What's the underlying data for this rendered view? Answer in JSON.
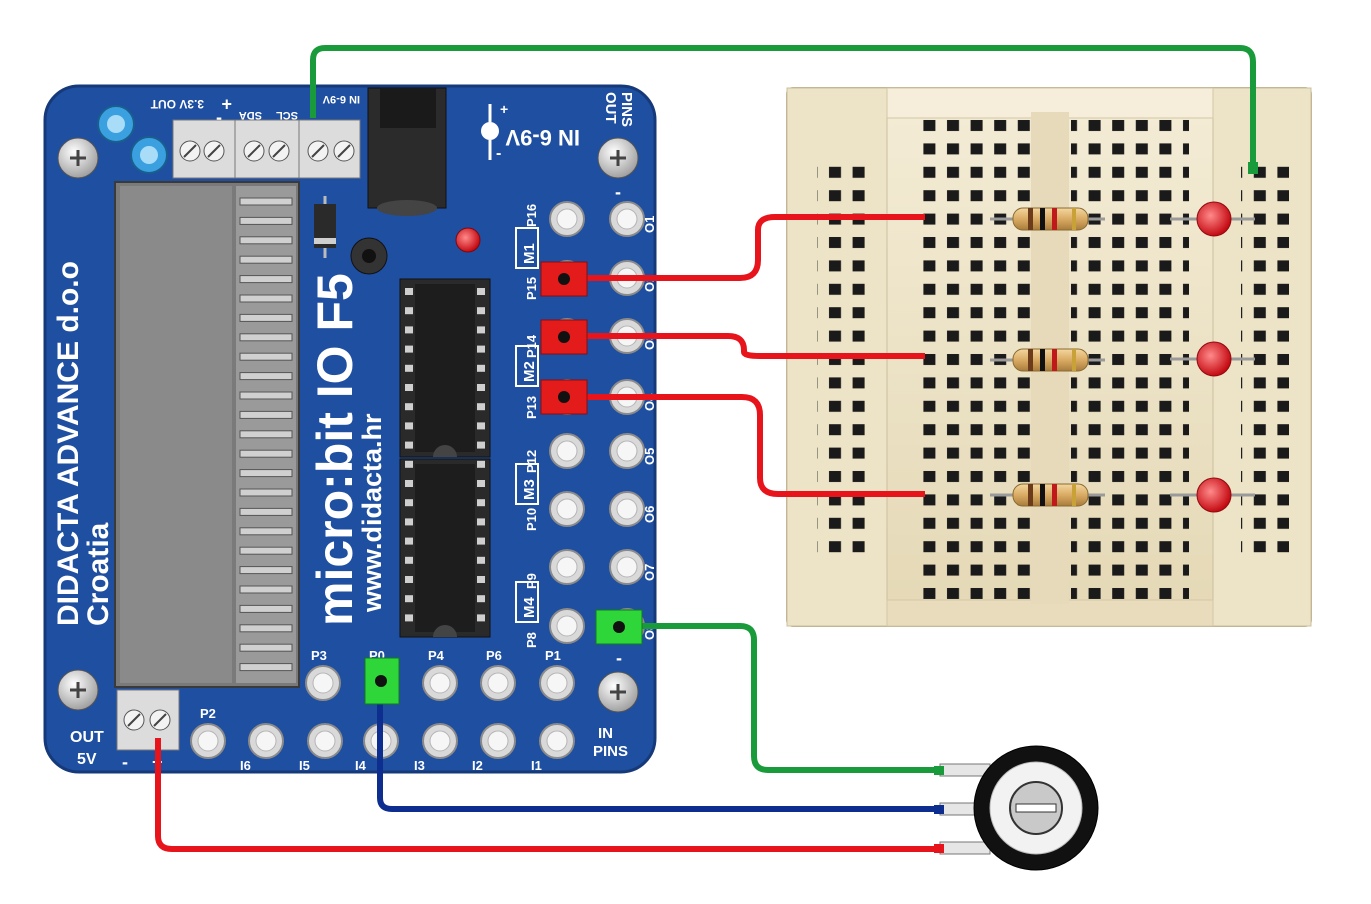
{
  "board": {
    "company": "DIDACTA ADVANCE d.o.o",
    "country": "Croatia",
    "product": "micro:bit IO F5",
    "website": "www.didacta.hr",
    "power_in_label": "IN 6-9V",
    "power_in_label_2": "IN 6-9V",
    "out_3v3_label": "3.3V OUT",
    "i2c_labels": [
      "SCL",
      "SDA"
    ],
    "out_5v_label": "OUT",
    "out_5v_volt": "5V",
    "out_pins_label": "OUT",
    "out_pins_label_2": "PINS",
    "in_pins_label": "IN",
    "in_pins_label_2": "PINS",
    "plus": "+",
    "minus": "-",
    "left_pin_labels": [
      "P16",
      "P15",
      "P14",
      "P13",
      "P12",
      "P10",
      "P9",
      "P8"
    ],
    "motor_labels": [
      "M1",
      "M2",
      "M3",
      "M4"
    ],
    "out_pin_labels": [
      "O1",
      "O2",
      "O3",
      "O4",
      "O5",
      "O6",
      "O7",
      "O8"
    ],
    "top_in_labels": [
      "P3",
      "P0",
      "P4",
      "P6",
      "P1"
    ],
    "p2_label": "P2",
    "bottom_in_labels": [
      "I6",
      "I5",
      "I4",
      "I3",
      "I2",
      "I1"
    ]
  },
  "colors": {
    "board": "#1f4fa0",
    "wire_red": "#e8141b",
    "wire_green": "#1a9b3b",
    "wire_blue": "#0e2e8f",
    "jumper_red": "#e41b1b",
    "jumper_green": "#2fd63a",
    "breadboard": "#efe6cc",
    "led": "#e0141b"
  }
}
